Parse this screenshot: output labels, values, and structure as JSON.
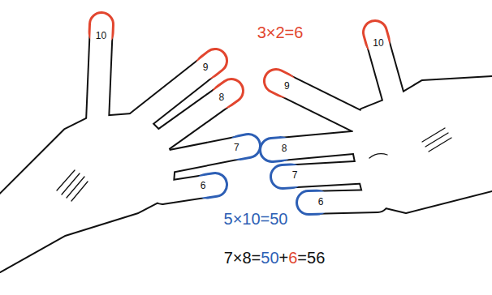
{
  "diagram": {
    "labels": [
      "3×2=6",
      "10",
      "9",
      "8",
      "7",
      "6",
      "10",
      "9",
      "8",
      "7",
      "6",
      "5×10=50",
      "7×8=",
      "50",
      "+",
      "6",
      "=56"
    ]
  }
}
